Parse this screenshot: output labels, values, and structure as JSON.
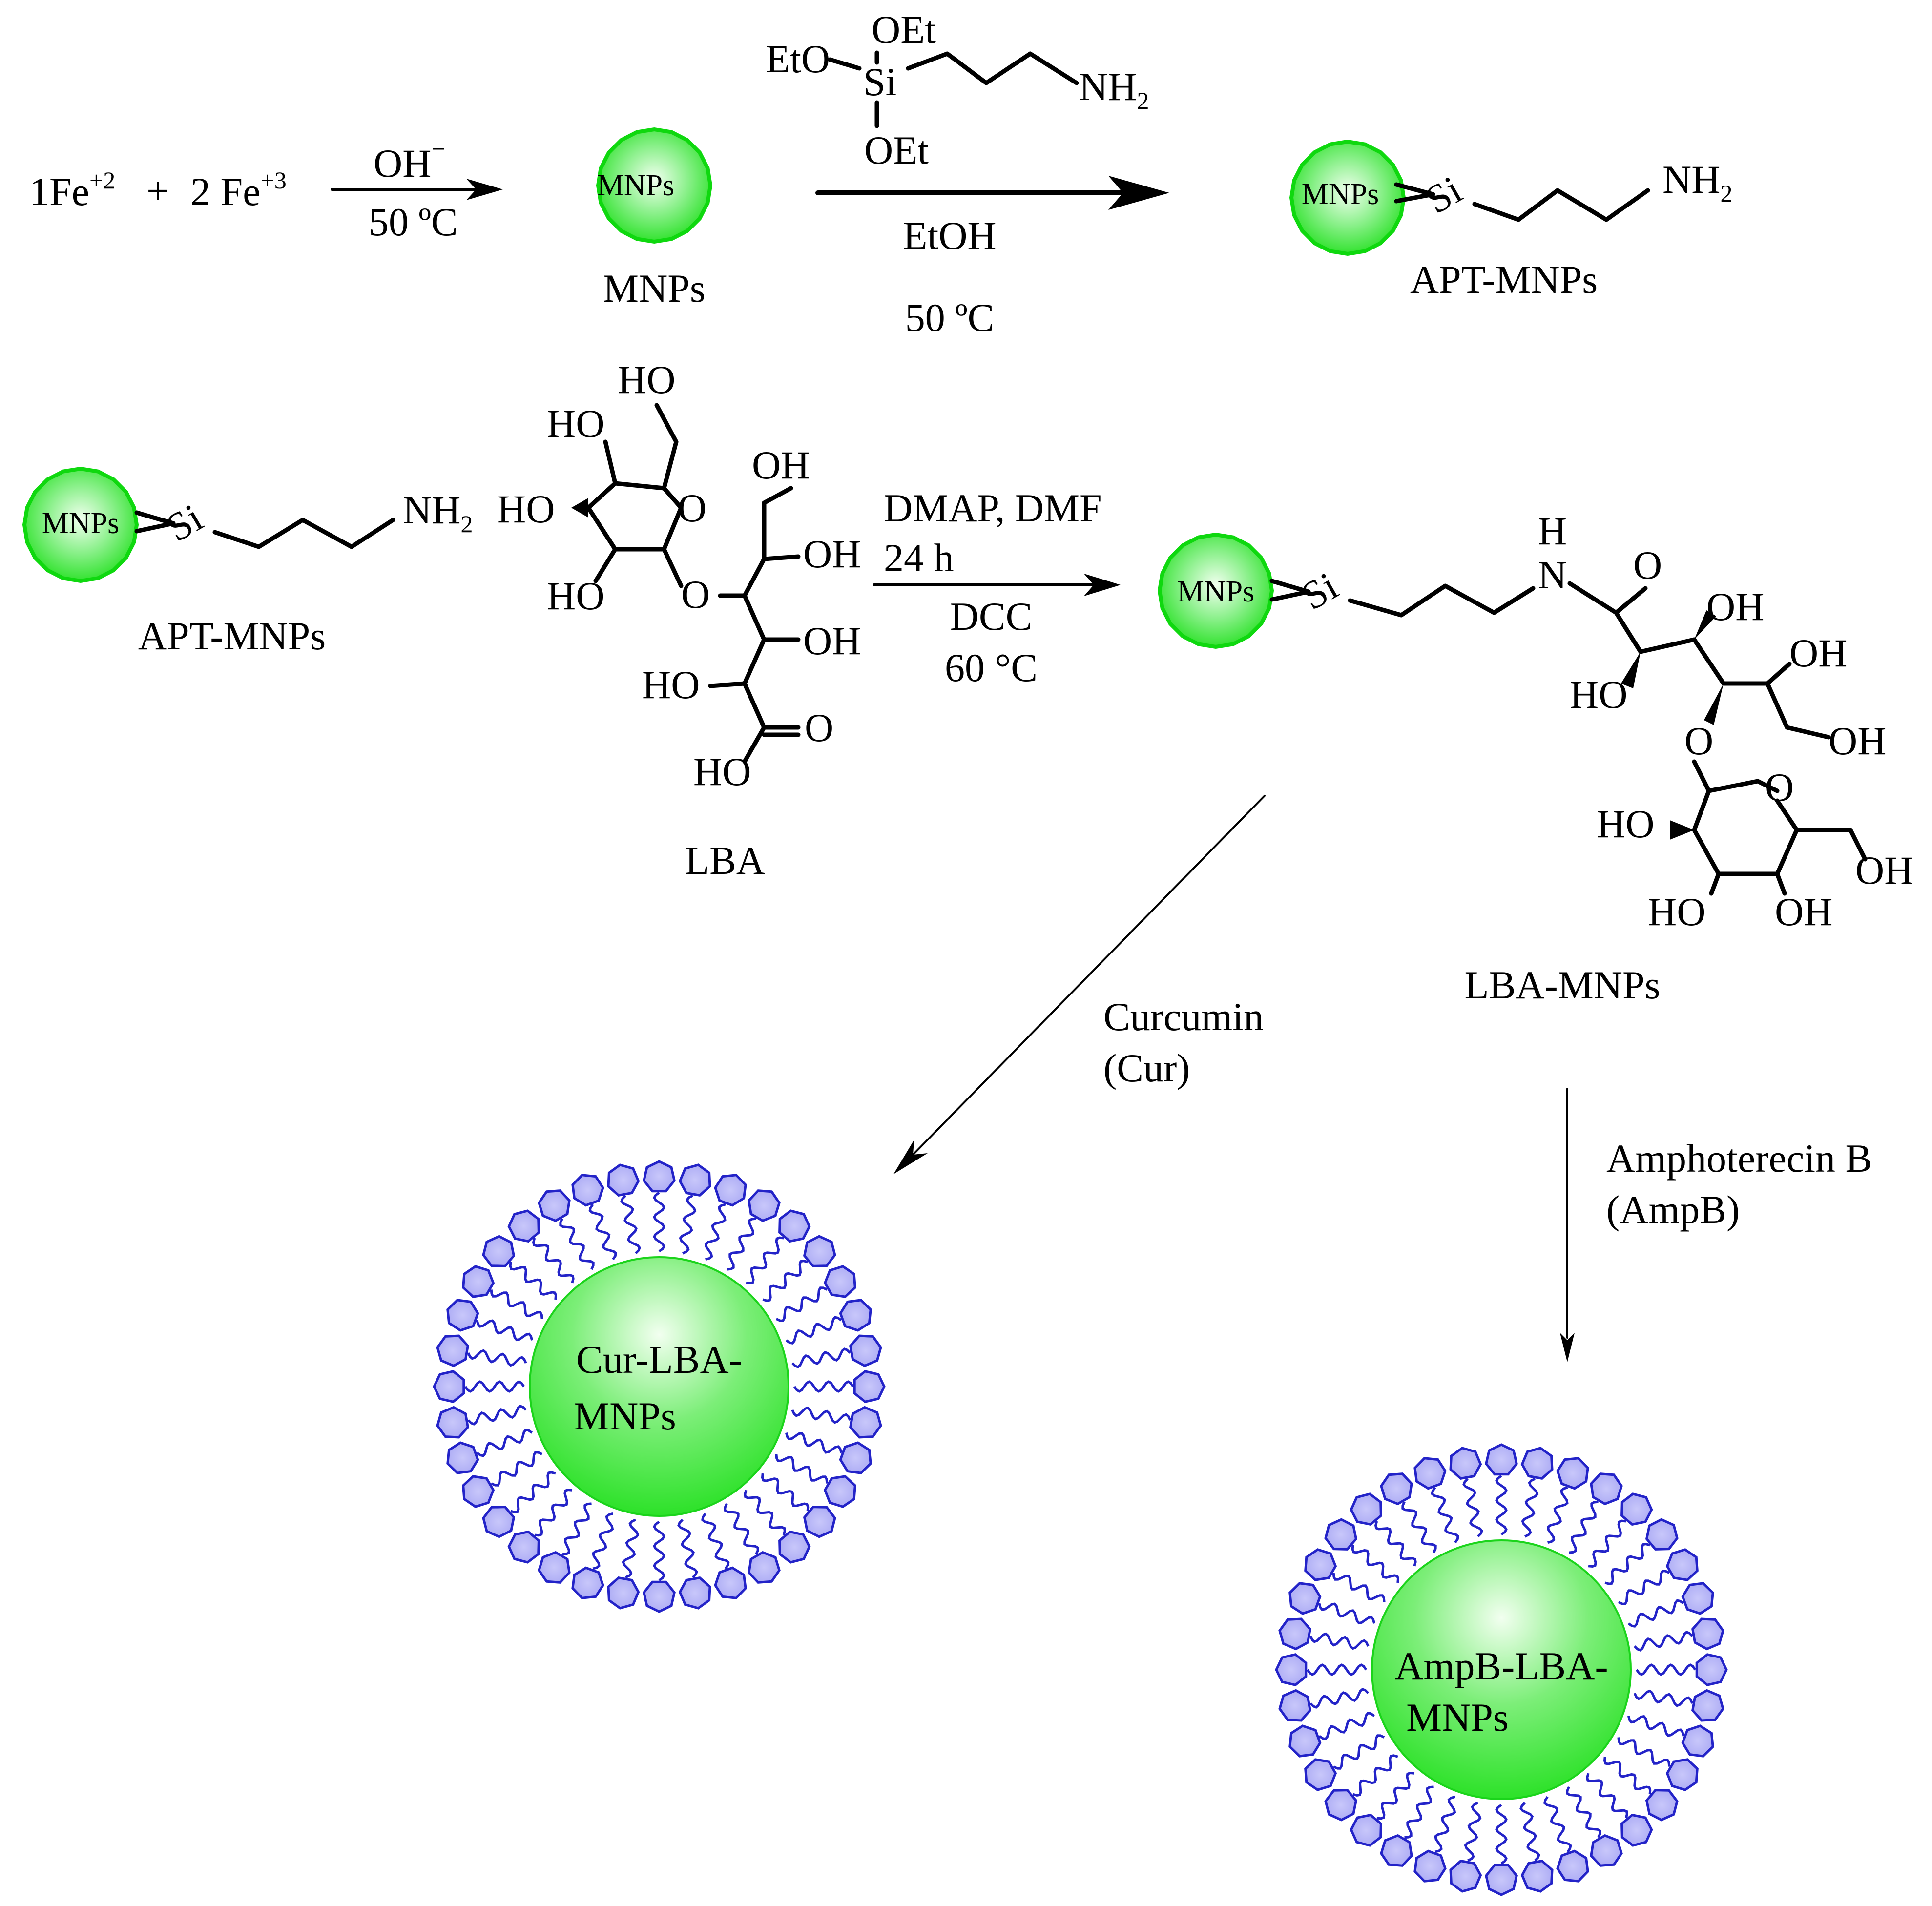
{
  "step1": {
    "reactant_a": "1Fe",
    "reactant_a_charge": "+2",
    "plus": "+",
    "reactant_b": "2 Fe",
    "reactant_b_charge": "+3",
    "reagent": "OH",
    "reagent_charge": "−",
    "temp": "50 ºC",
    "product_label": "MNPs"
  },
  "silane": {
    "oet_top": "OEt",
    "eto": "EtO",
    "si": "Si",
    "oet_bottom": "OEt",
    "nh2": "NH",
    "nh2_sub": "2"
  },
  "step2": {
    "solvent": "EtOH",
    "temp": "50 ºC",
    "product_label": "APT-MNPs"
  },
  "particle_label": "MNPs",
  "si_link": "Si",
  "nh2": "NH",
  "nh2_sub": "2",
  "lba": {
    "label": "LBA",
    "ho_top": "HO",
    "ho_1": "HO",
    "ho_2": "HO",
    "ho_3": "HO",
    "ring_o": "O",
    "link_o": "O",
    "oh_1": "OH",
    "oh_2": "OH",
    "oh_3": "OH",
    "ho_4": "HO",
    "carbonyl_o": "O",
    "ho_acid": "HO"
  },
  "step3": {
    "line1": "DMAP, DMF",
    "line2": "24 h",
    "line3": "DCC",
    "line4": "60 °C"
  },
  "apt_label": "APT-MNPs",
  "lba_mnps": {
    "label": "LBA-MNPs",
    "h": "H",
    "n": "N",
    "carbonyl_o": "O",
    "oh_1": "OH",
    "oh_2": "OH",
    "ho_1": "HO",
    "oh_3": "OH",
    "link_o": "O",
    "ring_o": "O",
    "ho_2": "HO",
    "oh_4": "OH",
    "ho_3": "HO",
    "oh_5": "OH"
  },
  "cur": {
    "reagent_line1": "Curcumin",
    "reagent_line2": "(Cur)",
    "product_line1": "Cur-LBA-",
    "product_line2": "MNPs"
  },
  "ampb": {
    "reagent_line1": "Amphoterecin B",
    "reagent_line2": "(AmpB)",
    "product_line1": "AmpB-LBA-",
    "product_line2": "MNPs"
  },
  "colors": {
    "particle": "#22e01e",
    "particle_highlight": "#f2fff0",
    "particle_stroke": "#0fd80f",
    "lipid_head": "#aaa9f4",
    "lipid_stroke": "#2323c8"
  }
}
